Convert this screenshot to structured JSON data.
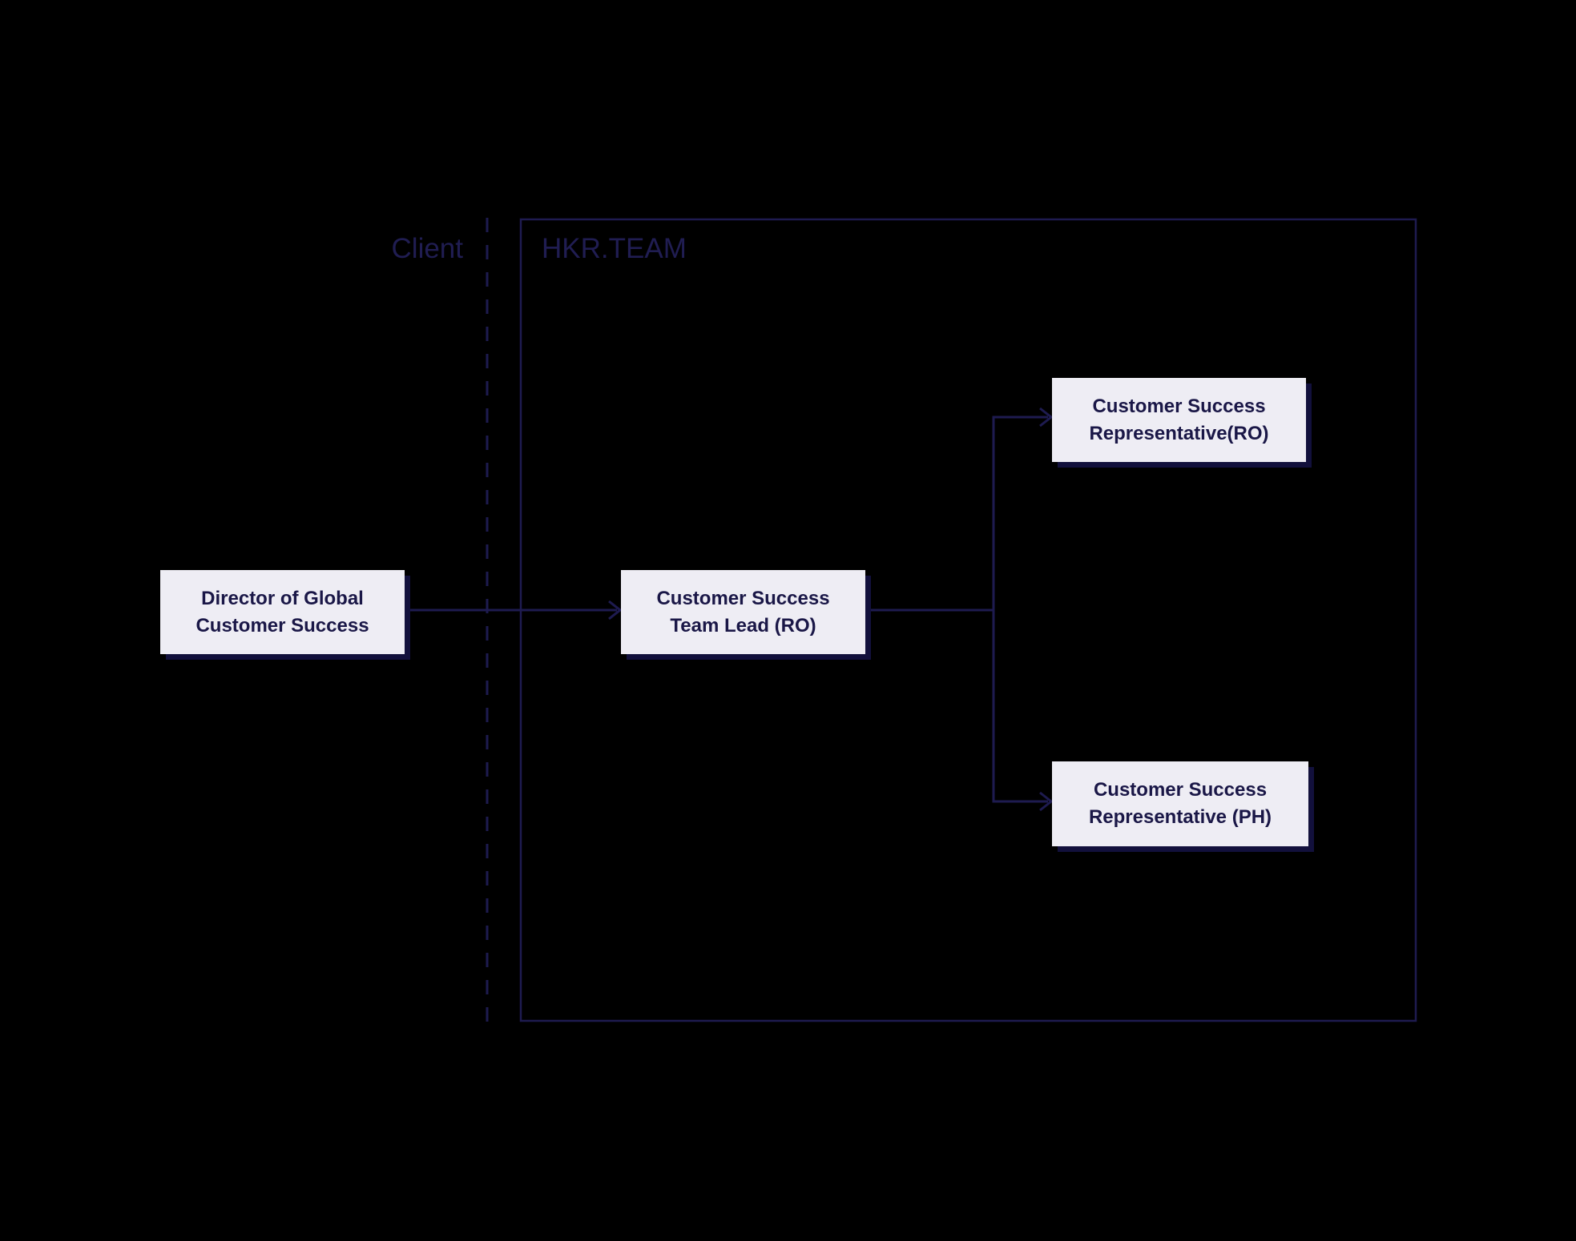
{
  "diagram": {
    "type": "org-flow-diagram",
    "colors": {
      "bg": "#000000",
      "node_fill": "#eeedf4",
      "node_text": "#1a1747",
      "line": "#1e1b50",
      "shadow": "#12103c",
      "label": "#201d52"
    },
    "lanes": {
      "client": {
        "label": "Client"
      },
      "team": {
        "label": "HKR.TEAM"
      }
    },
    "nodes": [
      {
        "id": "director",
        "lane": "client",
        "label": "Director of Global Customer Success"
      },
      {
        "id": "team-lead",
        "lane": "team",
        "label": "Customer Success Team Lead (RO)"
      },
      {
        "id": "rep-ro",
        "lane": "team",
        "label": "Customer Success Representative(RO)"
      },
      {
        "id": "rep-ph",
        "lane": "team",
        "label": "Customer Success Representative (PH)"
      }
    ],
    "edges": [
      {
        "from": "director",
        "to": "team-lead"
      },
      {
        "from": "team-lead",
        "to": "rep-ro"
      },
      {
        "from": "team-lead",
        "to": "rep-ph"
      }
    ]
  }
}
